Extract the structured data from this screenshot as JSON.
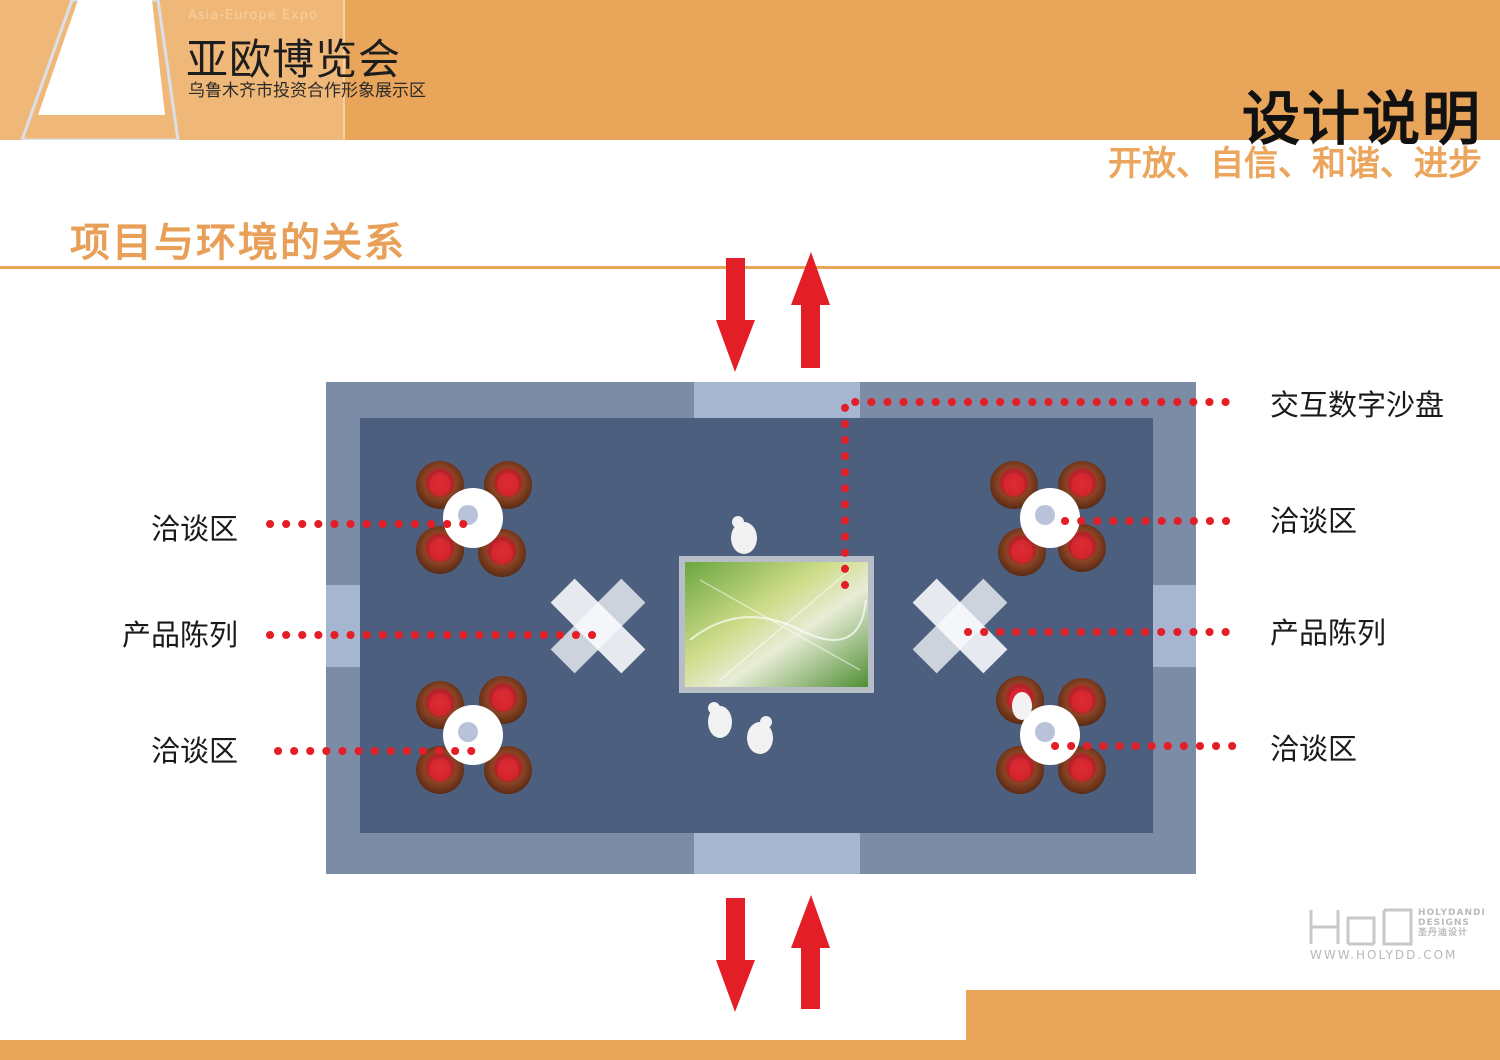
{
  "header": {
    "expo_name_en": "Asia-Europe Expo",
    "expo_name_cn": "亚欧博览会",
    "expo_subtitle": "乌鲁木齐市投资合作形象展示区",
    "design_title": "设计说明",
    "slogan": "开放、自信、和谐、进步"
  },
  "section": {
    "title": "项目与环境的关系"
  },
  "callouts": {
    "sand_table": "交互数字沙盘",
    "negotiation_top_left": "洽谈区",
    "negotiation_top_right": "洽谈区",
    "product_left": "产品陈列",
    "product_right": "产品陈列",
    "negotiation_bottom_left": "洽谈区",
    "negotiation_bottom_right": "洽谈区"
  },
  "colors": {
    "accent_orange": "#e9a55a",
    "floor_outer": "#7d8ca6",
    "floor_inner": "#4d5f7e",
    "entrance": "#a6b6d0",
    "leader_red": "#e41e26",
    "arrow_red": "#e41e26"
  },
  "logo": {
    "line1": "HOLYDANDI",
    "line2": "DESIGNS",
    "line3": "圣丹迪设计",
    "url": "WWW.HOLYDD.COM"
  }
}
